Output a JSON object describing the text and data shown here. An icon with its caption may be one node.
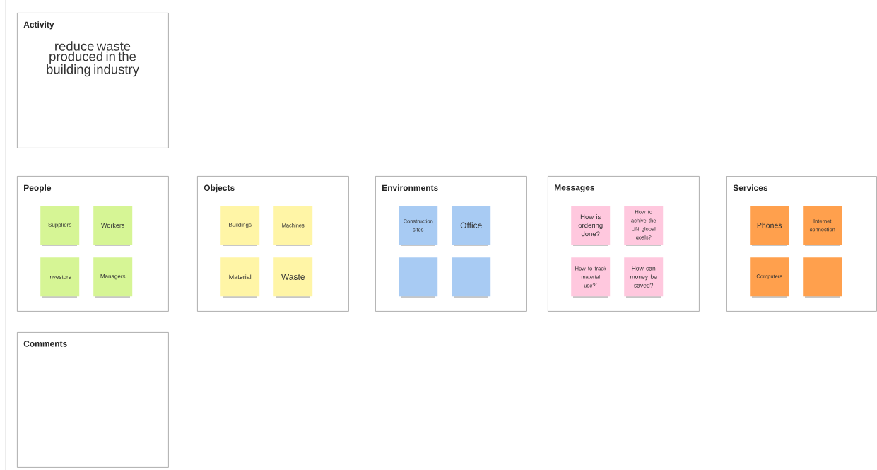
{
  "diagram": {
    "nodes": [
      {
        "text": [
          "Activity",
          "reduce waste produced in the building industry"
        ]
      },
      {
        "text": [
          "People"
        ]
      },
      {
        "text": [
          "Suppliers"
        ],
        "in": 1
      },
      {
        "text": [
          "Workers"
        ],
        "in": 1
      },
      {
        "text": [
          "investors"
        ],
        "in": 1
      },
      {
        "text": [
          "Managers"
        ],
        "in": 1
      },
      {
        "text": [
          "Objects"
        ]
      },
      {
        "text": [
          "Buildings"
        ],
        "in": 6
      },
      {
        "text": [
          "Machines"
        ],
        "in": 6
      },
      {
        "text": [
          "Material"
        ],
        "in": 6
      },
      {
        "text": [
          "Waste"
        ],
        "in": 6
      },
      {
        "text": [
          "Environments"
        ]
      },
      {
        "text": [
          "Construction sites"
        ],
        "in": 11
      },
      {
        "text": [
          "Office"
        ],
        "in": 11
      },
      {
        "text": [],
        "shape": "box",
        "in": 11
      },
      {
        "text": [],
        "shape": "box",
        "in": 11
      },
      {
        "text": [
          "Messages"
        ]
      },
      {
        "text": [
          "How is ordering done?"
        ],
        "in": 16
      },
      {
        "text": [
          "How to achive the UN global goals?"
        ],
        "in": 16
      },
      {
        "text": [
          "How to track material use?`"
        ],
        "in": 16
      },
      {
        "text": [
          "How can money be saved?"
        ],
        "in": 16
      },
      {
        "text": [
          "Services"
        ]
      },
      {
        "text": [
          "Phones"
        ],
        "in": 21
      },
      {
        "text": [
          "Internet connection"
        ],
        "in": 21
      },
      {
        "text": [
          "Computers"
        ],
        "in": 21
      },
      {
        "text": [],
        "shape": "box",
        "in": 21
      },
      {
        "text": [
          "Comments"
        ]
      }
    ]
  }
}
